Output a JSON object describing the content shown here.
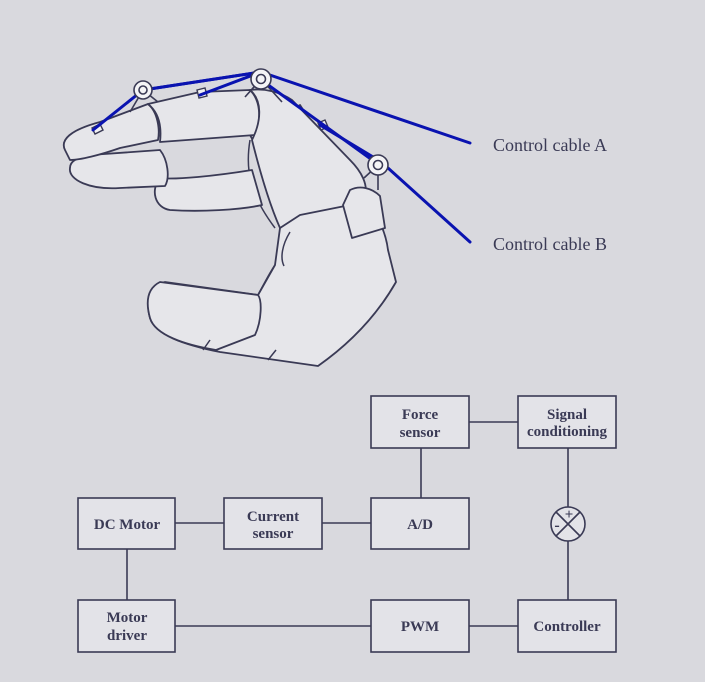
{
  "illustration": {
    "cable_a_label": "Control cable A",
    "cable_b_label": "Control cable B",
    "cable_color": "#0a13b0"
  },
  "block_diagram": {
    "blocks": {
      "force_sensor": [
        "Force",
        "sensor"
      ],
      "signal_conditioning": [
        "Signal",
        "conditioning"
      ],
      "dc_motor": [
        "DC Motor"
      ],
      "current_sensor": [
        "Current",
        "sensor"
      ],
      "ad": [
        "A/D"
      ],
      "motor_driver": [
        "Motor",
        "driver"
      ],
      "pwm": [
        "PWM"
      ],
      "controller": [
        "Controller"
      ]
    },
    "summing_junction_signs": [
      "+",
      "-"
    ]
  }
}
